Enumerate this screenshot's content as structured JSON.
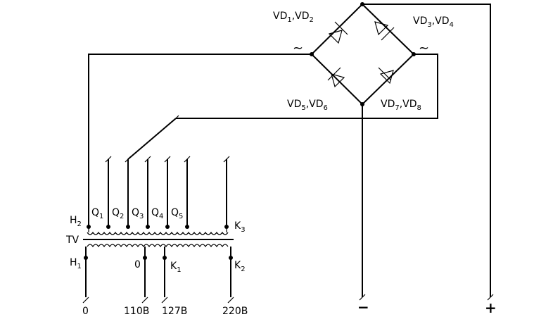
{
  "bridge": {
    "vd12": {
      "main": "VD",
      "a": "1",
      "sep": ",VD",
      "b": "2"
    },
    "vd34": {
      "main": "VD",
      "a": "3",
      "sep": ",VD",
      "b": "4"
    },
    "vd56": {
      "main": "VD",
      "a": "5",
      "sep": ",VD",
      "b": "6"
    },
    "vd78": {
      "main": "VD",
      "a": "7",
      "sep": ",VD",
      "b": "8"
    },
    "ac_symbol": "~"
  },
  "transformer": {
    "label": "TV",
    "primary": {
      "h1": {
        "main": "H",
        "sub": "1"
      },
      "zero": "0",
      "k1": {
        "main": "K",
        "sub": "1"
      },
      "k2": {
        "main": "K",
        "sub": "2"
      }
    },
    "secondary": {
      "h2": {
        "main": "H",
        "sub": "2"
      },
      "k3": {
        "main": "K",
        "sub": "3"
      },
      "taps": [
        {
          "main": "Q",
          "sub": "1"
        },
        {
          "main": "Q",
          "sub": "2"
        },
        {
          "main": "Q",
          "sub": "3"
        },
        {
          "main": "Q",
          "sub": "4"
        },
        {
          "main": "Q",
          "sub": "5"
        }
      ]
    }
  },
  "terminals": {
    "t0": "0",
    "t110": "110B",
    "t127": "127B",
    "t220": "220B",
    "minus": "−",
    "plus": "+"
  }
}
